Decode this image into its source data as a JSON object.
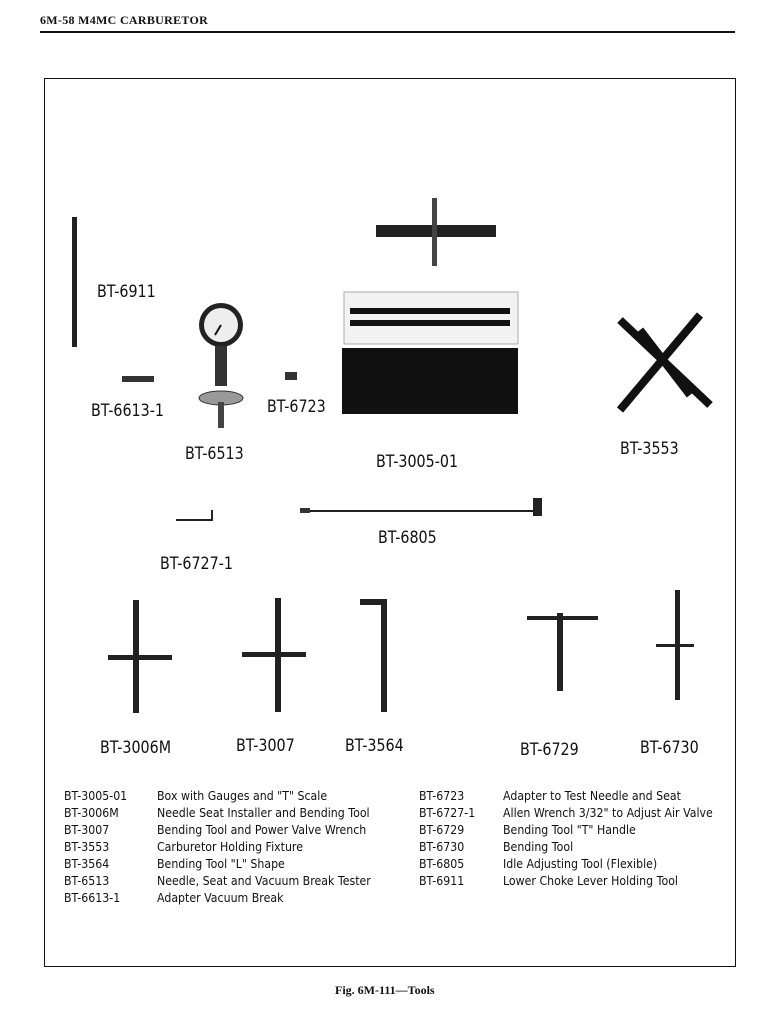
{
  "header": {
    "text": "6M-58  M4MC CARBURETOR"
  },
  "tool_labels": {
    "bt6911": "BT-6911",
    "bt6613_1": "BT-6613-1",
    "bt6513": "BT-6513",
    "bt6723": "BT-6723",
    "bt3005_01": "BT-3005-01",
    "bt3553": "BT-3553",
    "bt6805": "BT-6805",
    "bt6727_1": "BT-6727-1",
    "bt3006m": "BT-3006M",
    "bt3007": "BT-3007",
    "bt3564": "BT-3564",
    "bt6729": "BT-6729",
    "bt6730": "BT-6730"
  },
  "legend_left": [
    {
      "code": "BT-3005-01",
      "desc": "Box with Gauges and \"T\" Scale"
    },
    {
      "code": "BT-3006M",
      "desc": "Needle Seat Installer and Bending Tool"
    },
    {
      "code": "BT-3007",
      "desc": "Bending Tool and Power Valve Wrench"
    },
    {
      "code": "BT-3553",
      "desc": "Carburetor Holding Fixture"
    },
    {
      "code": "BT-3564",
      "desc": "Bending Tool \"L\" Shape"
    },
    {
      "code": "BT-6513",
      "desc": "Needle, Seat and Vacuum Break Tester"
    },
    {
      "code": "BT-6613-1",
      "desc": "Adapter Vacuum Break"
    }
  ],
  "legend_right": [
    {
      "code": "BT-6723",
      "desc": "Adapter to Test Needle and Seat"
    },
    {
      "code": "BT-6727-1",
      "desc": "Allen Wrench 3/32\" to Adjust Air Valve"
    },
    {
      "code": "BT-6729",
      "desc": "Bending Tool \"T\" Handle"
    },
    {
      "code": "BT-6730",
      "desc": "Bending Tool"
    },
    {
      "code": "BT-6805",
      "desc": "Idle Adjusting Tool (Flexible)"
    },
    {
      "code": "BT-6911",
      "desc": "Lower Choke Lever Holding Tool"
    }
  ],
  "caption": "Fig. 6M-111—Tools"
}
